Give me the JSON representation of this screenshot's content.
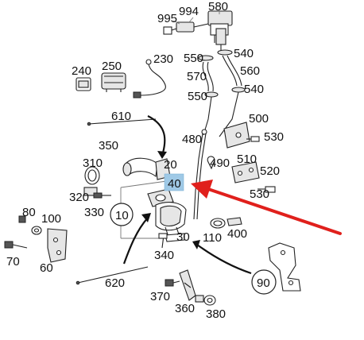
{
  "colors": {
    "highlight": "#9fc9e6",
    "pointer_arrow": "#e0201c",
    "ink": "#111111"
  },
  "labels": {
    "l995": "995",
    "l994": "994",
    "l580": "580",
    "l230": "230",
    "l240": "240",
    "l250": "250",
    "l550a": "550",
    "l540a": "540",
    "l570": "570",
    "l560": "560",
    "l550b": "550",
    "l540b": "540",
    "l610": "610",
    "l500": "500",
    "l480": "480",
    "l530a": "530",
    "l350": "350",
    "l20": "20",
    "l310": "310",
    "l490": "490",
    "l510": "510",
    "l520": "520",
    "l40": "40",
    "l530b": "530",
    "l320": "320",
    "l330": "330",
    "l10": "10",
    "l80": "80",
    "l100": "100",
    "l110": "110",
    "l400": "400",
    "l30": "30",
    "l340": "340",
    "l70": "70",
    "l60": "60",
    "l90": "90",
    "l620": "620",
    "l370": "370",
    "l360": "360",
    "l380": "380"
  }
}
